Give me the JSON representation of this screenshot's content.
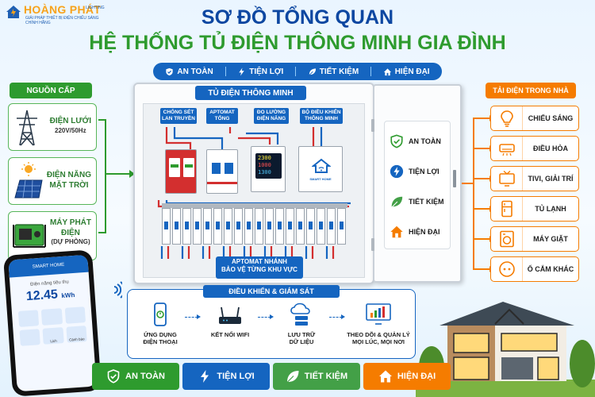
{
  "logo": {
    "name": "HOÀNG PHÁT",
    "suffix": "LIGHTING",
    "tagline": "GIẢI PHÁP THIẾT BỊ ĐIỆN CHIẾU SÁNG CHÍNH HÃNG"
  },
  "title": {
    "line1": "SƠ ĐỒ TỔNG QUAN",
    "line2": "HỆ THỐNG TỦ ĐIỆN THÔNG MINH GIA ĐÌNH"
  },
  "pills": [
    "AN TOÀN",
    "TIỆN LỢI",
    "TIẾT KIỆM",
    "HIỆN ĐẠI"
  ],
  "sources": {
    "heading": "NGUỒN CẤP",
    "items": [
      {
        "line1": "ĐIỆN LƯỚI",
        "line2": "220V/50Hz",
        "icon": "power-tower-icon"
      },
      {
        "line1": "ĐIỆN NĂNG",
        "line2": "MẶT TRỜI",
        "icon": "solar-panel-icon"
      },
      {
        "line1": "MÁY PHÁT",
        "line2": "ĐIỆN",
        "line3": "(DỰ PHÒNG)",
        "icon": "generator-icon"
      }
    ]
  },
  "cabinet": {
    "title": "TỦ ĐIỆN THÔNG MINH",
    "labels": {
      "surge": [
        "CHỐNG SÉT",
        "LAN TRUYỀN"
      ],
      "main_breaker": [
        "APTOMAT",
        "TỔNG"
      ],
      "meter": [
        "ĐO LƯỜNG",
        "ĐIỆN NĂNG"
      ],
      "controller": [
        "BỘ ĐIỀU KHIỂN",
        "THÔNG MINH"
      ]
    },
    "meter_display": [
      "2300",
      "1000",
      "1300"
    ],
    "controller_brand": "SMART HOME",
    "branch_label": [
      "APTOMAT NHÁNH",
      "BẢO VỆ TỪNG KHU VỰC"
    ]
  },
  "door_items": [
    "AN TOÀN",
    "TIỆN LỢI",
    "TIẾT KIỆM",
    "HIỆN ĐẠI"
  ],
  "loads": {
    "heading": "TẢI ĐIỆN TRONG NHÀ",
    "items": [
      "CHIẾU SÁNG",
      "ĐIỀU HÒA",
      "TIVI, GIẢI TRÍ",
      "TỦ LẠNH",
      "MÁY GIẶT",
      "Ổ CẮM KHÁC"
    ]
  },
  "control": {
    "title": "ĐIỀU KHIỂN & GIÁM SÁT",
    "steps": [
      {
        "line1": "ỨNG DỤNG",
        "line2": "ĐIỆN THOẠI"
      },
      {
        "line1": "KẾT NỐI WIFI",
        "line2": ""
      },
      {
        "line1": "LƯU TRỮ",
        "line2": "DỮ LIỆU"
      },
      {
        "line1": "THEO DÕI & QUẢN LÝ",
        "line2": "MỌI LÚC, MỌI NƠI"
      }
    ]
  },
  "phone": {
    "app_title": "SMART HOME",
    "caption": "Điện năng tiêu thụ",
    "value": "12.45",
    "unit": "kWh",
    "tiles": [
      "",
      "",
      "",
      "",
      "Lịch",
      "Cảnh báo"
    ]
  },
  "bottom_bar": [
    {
      "label": "AN TOÀN",
      "color": "#2e9b2e"
    },
    {
      "label": "TIỆN LỢI",
      "color": "#1565c0"
    },
    {
      "label": "TIẾT KIỆM",
      "color": "#43a047"
    },
    {
      "label": "HIỆN ĐẠI",
      "color": "#f57c00"
    }
  ],
  "colors": {
    "blue": "#1565c0",
    "green": "#2e9b2e",
    "orange": "#f57c00",
    "red": "#d32f2f"
  }
}
